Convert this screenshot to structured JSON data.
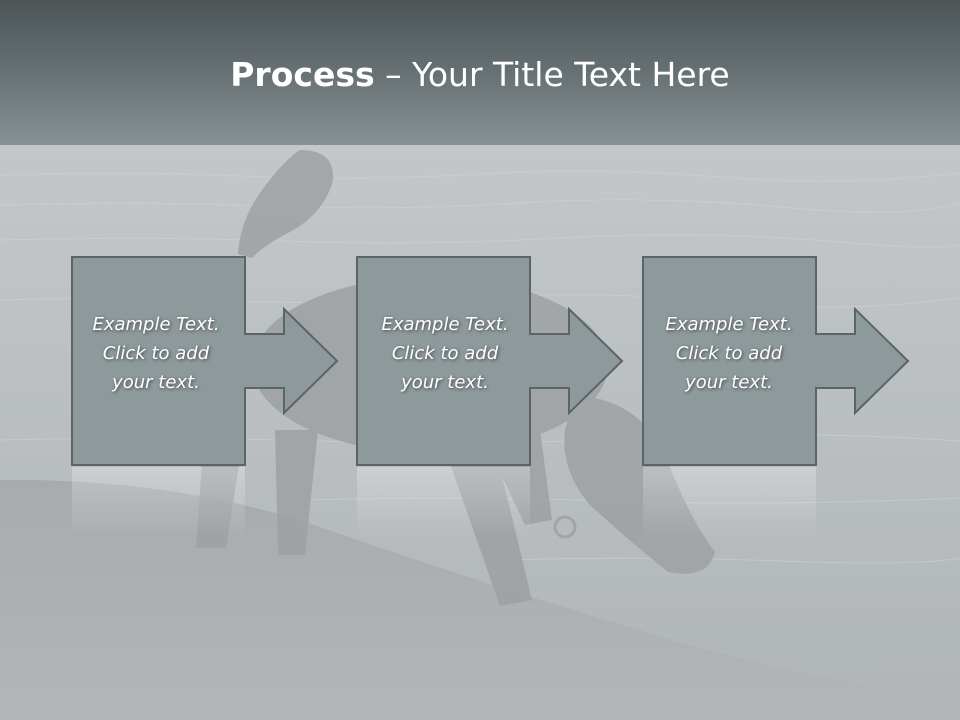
{
  "slide": {
    "title_bold": "Process",
    "title_rest": " – Your Title Text Here"
  },
  "process": {
    "steps": [
      {
        "lines": [
          "Example Text.",
          "Click  to add",
          "your text."
        ]
      },
      {
        "lines": [
          "Example Text.",
          "Click  to add",
          "your text."
        ]
      },
      {
        "lines": [
          "Example Text.",
          "Click  to add",
          "your text."
        ]
      }
    ]
  },
  "colors": {
    "box_fill": "#8e999c",
    "box_stroke": "#5b6467",
    "title_bar_top": "#4c5456",
    "title_bar_bottom": "#879193",
    "text": "#ffffff"
  }
}
